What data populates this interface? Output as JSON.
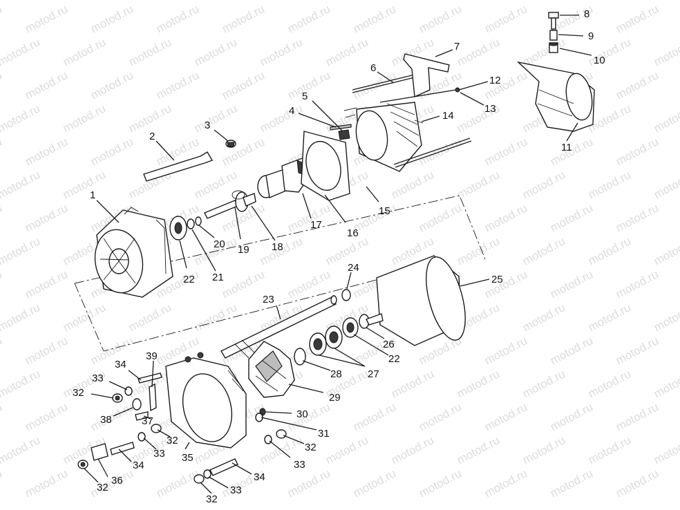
{
  "watermark": {
    "text": "motod.ru",
    "color": "#dcdcdc"
  },
  "diagram": {
    "callouts": [
      {
        "id": "c1",
        "text": "1"
      },
      {
        "id": "c2",
        "text": "2"
      },
      {
        "id": "c3",
        "text": "3"
      },
      {
        "id": "c4",
        "text": "4"
      },
      {
        "id": "c5",
        "text": "5"
      },
      {
        "id": "c6",
        "text": "6"
      },
      {
        "id": "c7",
        "text": "7"
      },
      {
        "id": "c8",
        "text": "8"
      },
      {
        "id": "c9",
        "text": "9"
      },
      {
        "id": "c10",
        "text": "10"
      },
      {
        "id": "c11",
        "text": "11"
      },
      {
        "id": "c12",
        "text": "12"
      },
      {
        "id": "c13",
        "text": "13"
      },
      {
        "id": "c14",
        "text": "14"
      },
      {
        "id": "c15",
        "text": "15"
      },
      {
        "id": "c16",
        "text": "16"
      },
      {
        "id": "c17",
        "text": "17"
      },
      {
        "id": "c18",
        "text": "18"
      },
      {
        "id": "c19",
        "text": "19"
      },
      {
        "id": "c20",
        "text": "20"
      },
      {
        "id": "c21",
        "text": "21"
      },
      {
        "id": "c22a",
        "text": "22"
      },
      {
        "id": "c22b",
        "text": "22"
      },
      {
        "id": "c23",
        "text": "23"
      },
      {
        "id": "c24",
        "text": "24"
      },
      {
        "id": "c25",
        "text": "25"
      },
      {
        "id": "c26",
        "text": "26"
      },
      {
        "id": "c27",
        "text": "27"
      },
      {
        "id": "c28",
        "text": "28"
      },
      {
        "id": "c29",
        "text": "29"
      },
      {
        "id": "c30",
        "text": "30"
      },
      {
        "id": "c31",
        "text": "31"
      },
      {
        "id": "c32a",
        "text": "32"
      },
      {
        "id": "c32b",
        "text": "32"
      },
      {
        "id": "c32c",
        "text": "32"
      },
      {
        "id": "c32d",
        "text": "32"
      },
      {
        "id": "c32e",
        "text": "32"
      },
      {
        "id": "c33a",
        "text": "33"
      },
      {
        "id": "c33b",
        "text": "33"
      },
      {
        "id": "c33c",
        "text": "33"
      },
      {
        "id": "c33d",
        "text": "33"
      },
      {
        "id": "c34a",
        "text": "34"
      },
      {
        "id": "c34b",
        "text": "34"
      },
      {
        "id": "c34c",
        "text": "34"
      },
      {
        "id": "c35",
        "text": "35"
      },
      {
        "id": "c36",
        "text": "36"
      },
      {
        "id": "c37",
        "text": "37"
      },
      {
        "id": "c38",
        "text": "38"
      },
      {
        "id": "c39",
        "text": "39"
      }
    ]
  }
}
